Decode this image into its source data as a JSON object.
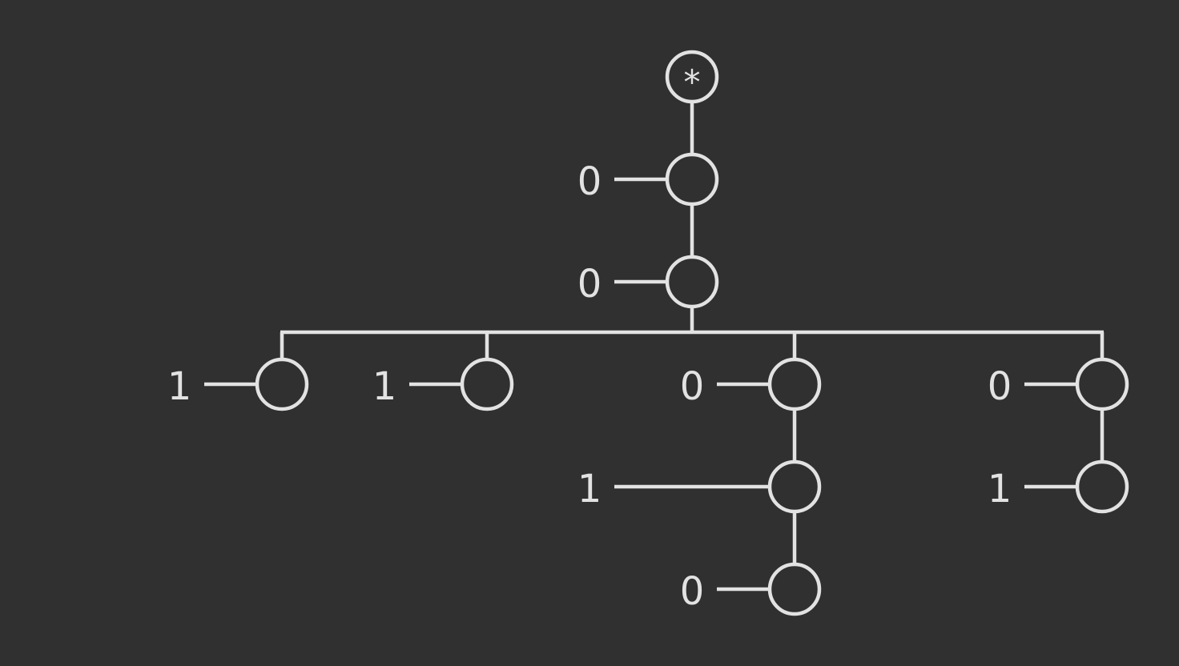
{
  "diagram": {
    "colors": {
      "background": "#303030",
      "stroke": "#e2e2e2"
    },
    "root": {
      "symbol": "*"
    },
    "nodes": [
      {
        "id": "n1",
        "label": "0"
      },
      {
        "id": "n2",
        "label": "0"
      },
      {
        "id": "n3",
        "label": "1"
      },
      {
        "id": "n4",
        "label": "1"
      },
      {
        "id": "n5",
        "label": "0"
      },
      {
        "id": "n6",
        "label": "1"
      },
      {
        "id": "n7",
        "label": "0"
      },
      {
        "id": "n8",
        "label": "0"
      },
      {
        "id": "n9",
        "label": "1"
      }
    ],
    "edges": [
      [
        "root",
        "n1"
      ],
      [
        "n1",
        "n2"
      ],
      [
        "n2",
        "n3"
      ],
      [
        "n2",
        "n4"
      ],
      [
        "n2",
        "n5"
      ],
      [
        "n2",
        "n8"
      ],
      [
        "n5",
        "n6"
      ],
      [
        "n6",
        "n7"
      ],
      [
        "n8",
        "n9"
      ]
    ]
  }
}
